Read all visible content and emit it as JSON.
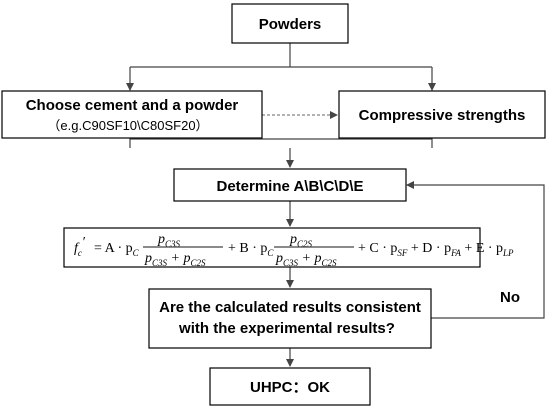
{
  "nodes": {
    "powders": "Powders",
    "choose_line1": "Choose cement and a powder",
    "choose_line2": "（e.g.C90SF10\\C80SF20）",
    "compressive": "Compressive strengths",
    "determine": "Determine A\\B\\C\\D\\E",
    "question_line1": "Are the calculated results consistent",
    "question_line2": "with the experimental results?",
    "result": "UHPC：OK"
  },
  "edge_labels": {
    "no": "No"
  },
  "formula": {
    "description": "f'_c = A·p_C·p_C3S/(p_C3S+p_C2S) + B·p_C·p_C2S/(p_C3S+p_C2S) + C·p_SF + D·p_FA + E·p_LP"
  }
}
